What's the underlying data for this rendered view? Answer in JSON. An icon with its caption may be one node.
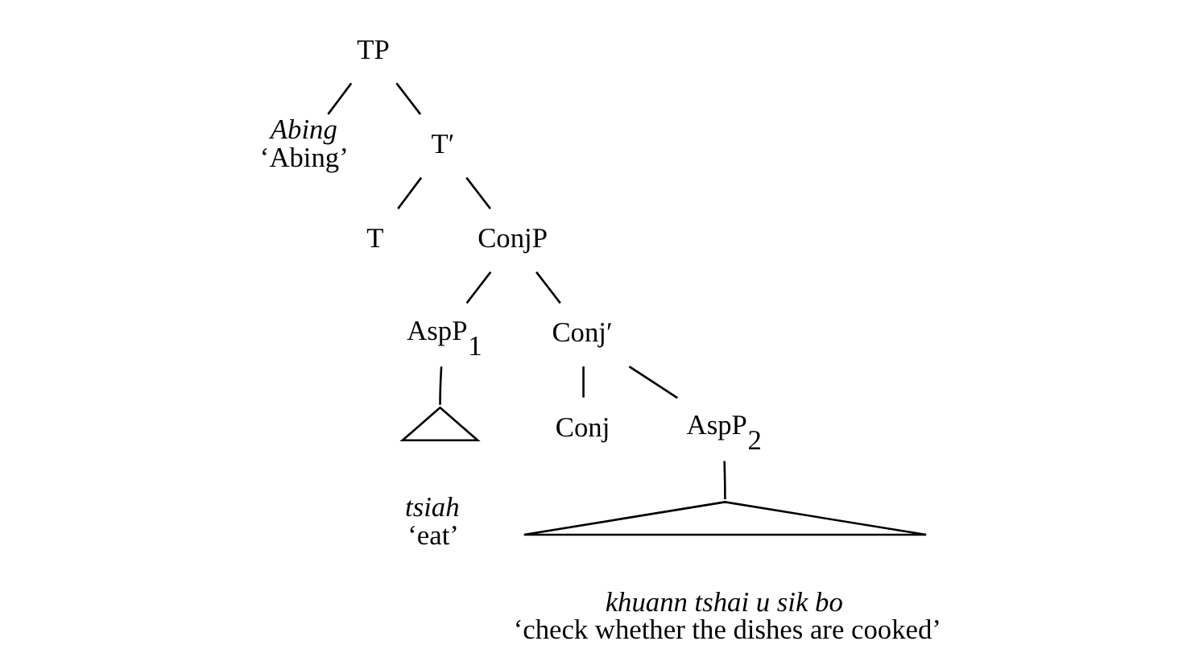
{
  "diagram": {
    "nodes": [
      {
        "text": [
          "TP"
        ]
      },
      {
        "text": [
          "Abing",
          "‘Abing’"
        ]
      },
      {
        "text": [
          "T′"
        ]
      },
      {
        "text": [
          "T"
        ]
      },
      {
        "text": [
          "ConjP"
        ]
      },
      {
        "text": [
          "AspP$_{1}$"
        ]
      },
      {
        "text": [],
        "shape": "triangle"
      },
      {
        "text": [
          "tsiah",
          "‘eat’"
        ]
      },
      {
        "text": [
          "Conj′"
        ]
      },
      {
        "text": [
          "Conj"
        ]
      },
      {
        "text": [
          "AspP$_{2}$"
        ]
      },
      {
        "text": [],
        "shape": "triangle"
      },
      {
        "text": [
          "khuann tshai u sik bo",
          "‘check whether the dishes are cooked’"
        ]
      }
    ],
    "edges": [
      {
        "from": 0,
        "to": 1,
        "arrow": "none"
      },
      {
        "from": 0,
        "to": 2,
        "arrow": "none"
      },
      {
        "from": 2,
        "to": 3,
        "arrow": "none"
      },
      {
        "from": 2,
        "to": 4,
        "arrow": "none"
      },
      {
        "from": 4,
        "to": 5,
        "arrow": "none"
      },
      {
        "from": 4,
        "to": 8,
        "arrow": "none"
      },
      {
        "from": 5,
        "to": 6,
        "arrow": "none"
      },
      {
        "from": 8,
        "to": 9,
        "arrow": "none"
      },
      {
        "from": 8,
        "to": 10,
        "arrow": "none"
      },
      {
        "from": 10,
        "to": 11,
        "arrow": "none"
      }
    ]
  }
}
